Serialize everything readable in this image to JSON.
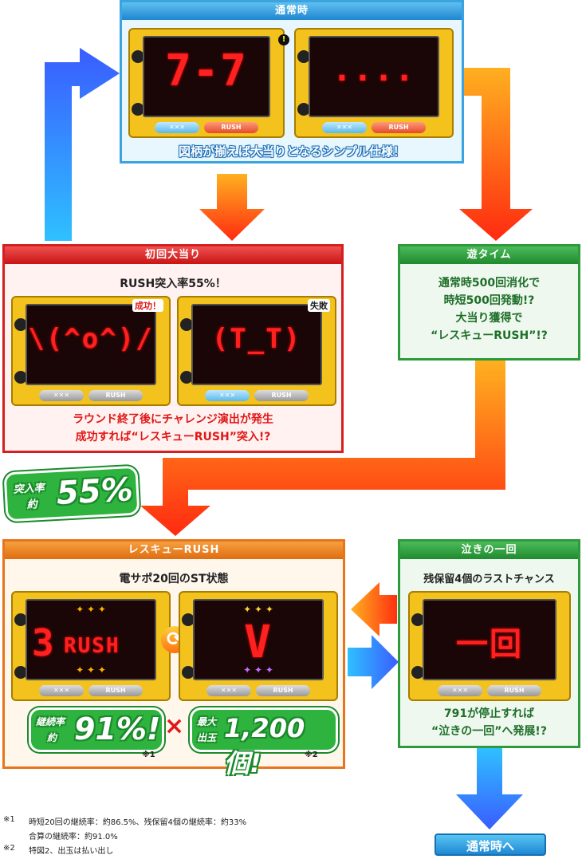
{
  "normal": {
    "header": "通常時",
    "caption": "図柄が揃えば大当りとなるシンプル仕様！",
    "screen1": "7-7",
    "screen2": "...."
  },
  "first_hit": {
    "header": "初回大当り",
    "subtitle": "RUSH突入率55%！",
    "success": "成功！",
    "fail": "失敗",
    "screen1": "\\(^o^)/",
    "screen2": "(T_T)",
    "caption1": "ラウンド終了後にチャレンジ演出が発生",
    "caption2": "成功すれば“レスキューRUSH”突入!?"
  },
  "asobi": {
    "header": "遊タイム",
    "line1": "通常時500回消化で",
    "line2": "時短500回発動!?",
    "line3": "大当り獲得で",
    "line4": "“レスキューRUSH”!?"
  },
  "badge_entry": {
    "label1": "突入率",
    "label2": "約",
    "value": "55%"
  },
  "rescue": {
    "header": "レスキューRUSH",
    "subtitle": "電サポ20回のST状態",
    "screen1_num": "3",
    "screen1_text": "RUSH",
    "screen2_num": "V",
    "cont_label1": "継続率",
    "cont_label2": "約",
    "cont_value": "91%!",
    "times": "×",
    "max_label1": "最大",
    "max_label2": "出玉",
    "max_value": "1,200個!",
    "note1": "※1",
    "note2": "※2"
  },
  "naki": {
    "header": "泣きの一回",
    "subtitle": "残保留4個のラストチャンス",
    "screen": "一回",
    "line1": "791が停止すれば",
    "line2": "“泣きの一回”へ発展!?"
  },
  "machine_buttons": {
    "left": "✕✕✕",
    "right": "RUSH"
  },
  "footnotes": {
    "n1_mark": "※1",
    "n1_text": "時短20回の継続率：約86.5%、残保留4個の継続率：約33%",
    "n1_text2": "合算の継続率：約91.0%",
    "n2_mark": "※2",
    "n2_text": "特図2、出玉は払い出し"
  },
  "to_normal": "通常時へ",
  "colors": {
    "blue": "#1f86d0",
    "red": "#c81414",
    "green": "#1f8a2e",
    "orange": "#e06c10"
  }
}
